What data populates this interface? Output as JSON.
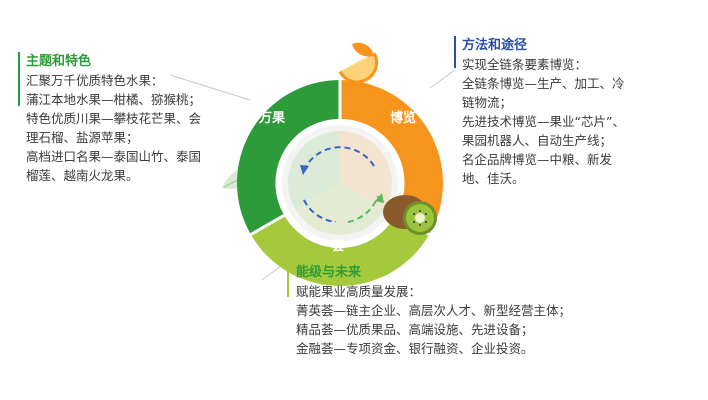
{
  "segments": {
    "left": {
      "label": "万果",
      "color": "#2e9b3a"
    },
    "right": {
      "label": "博览",
      "color": "#f7941d"
    },
    "bottom": {
      "label": "荟",
      "color": "#a5c93c"
    }
  },
  "blocks": {
    "theme": {
      "title": "主题和特色",
      "lines": [
        "汇聚万千优质特色水果：",
        "蒲江本地水果—柑橘、猕猴桃；",
        "特色优质川果—攀枝花芒果、会",
        "理石榴、盐源苹果；",
        "高档进口名果—泰国山竹、泰国",
        "榴莲、越南火龙果。"
      ]
    },
    "method": {
      "title": "方法和途径",
      "lines": [
        "实现全链条要素博览：",
        "全链条博览—生产、加工、冷",
        "链物流；",
        "先进技术博览—果业“芯片”、",
        "果园机器人、自动生产线；",
        "名企品牌博览—中粮、新发",
        "地、佳沃。"
      ]
    },
    "level": {
      "title": "能级与未来",
      "lines": [
        "赋能果业高质量发展：",
        "菁英荟—链主企业、高层次人才、新型经营主体；",
        "精品荟—优质果品、高端设施、先进设备；",
        "金融荟—专项资金、银行融资、企业投资。"
      ]
    }
  },
  "colors": {
    "theme_title": "#2e9b3a",
    "method_title": "#2b4fa8",
    "level_title": "#2e9b3a",
    "inner_left": "#dcebd7",
    "inner_right": "#f3e4cf",
    "inner_bottom": "#e3ecd3",
    "arrow_blue": "#3b63c8",
    "arrow_green": "#5cb85c"
  }
}
